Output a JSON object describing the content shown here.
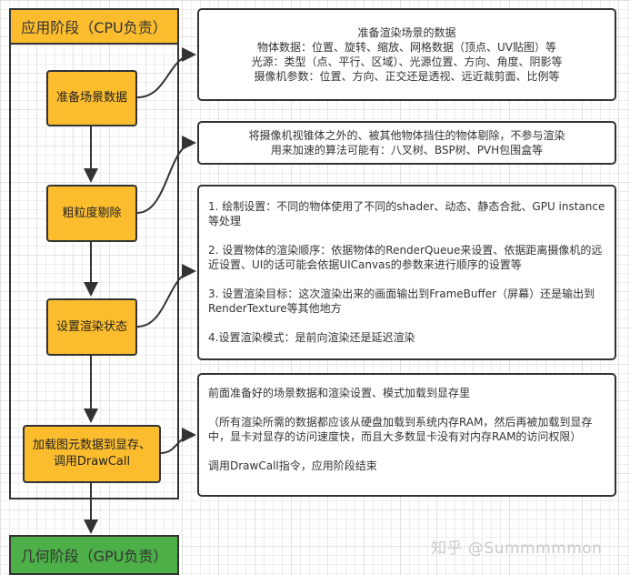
{
  "title": "应用阶段（CPU负责）",
  "steps": [
    {
      "label": "准备场景数据"
    },
    {
      "label": "粗粒度剔除"
    },
    {
      "label": "设置渲染状态"
    },
    {
      "label": "加载图元数据到显存、调用DrawCall"
    }
  ],
  "notes": {
    "prepare": [
      "准备渲染场景的数据",
      "物体数据：位置、旋转、缩放、网格数据（顶点、UV贴图）等",
      "光源：类型（点、平行、区域）、光源位置、方向、角度、阴影等",
      "摄像机参数：位置、方向、正交还是透视、远近裁剪面、比例等"
    ],
    "culling": [
      "将摄像机视锥体之外的、被其他物体挡住的物体剔除，不参与渲染",
      "用来加速的算法可能有：八叉树、BSP树、PVH包围盒等"
    ],
    "render_state": [
      "1. 绘制设置：不同的物体使用了不同的shader、动态、静态合批、GPU instance 等处理",
      "2. 设置物体的渲染顺序：依据物体的RenderQueue来设置、依据距离摄像机的远近设置、UI的话可能会依据UICanvas的参数来进行顺序的设置等",
      "3. 设置渲染目标：这次渲染出来的画面输出到FrameBuffer（屏幕）还是输出到RenderTexture等其他地方",
      "4.设置渲染模式：是前向渲染还是延迟渲染"
    ],
    "load": [
      "前面准备好的场景数据和渲染设置、模式加载到显存里",
      "（所有渲染所需的数据都应该从硬盘加载到系统内存RAM，然后再被加载到显存中，显卡对显存的访问速度快，而且大多数显卡没有对内存RAM的访问权限）",
      "调用DrawCall指令，应用阶段结束"
    ]
  },
  "next_stage": "几何阶段（GPU负责）",
  "watermark": "知乎 @Summmmmon"
}
